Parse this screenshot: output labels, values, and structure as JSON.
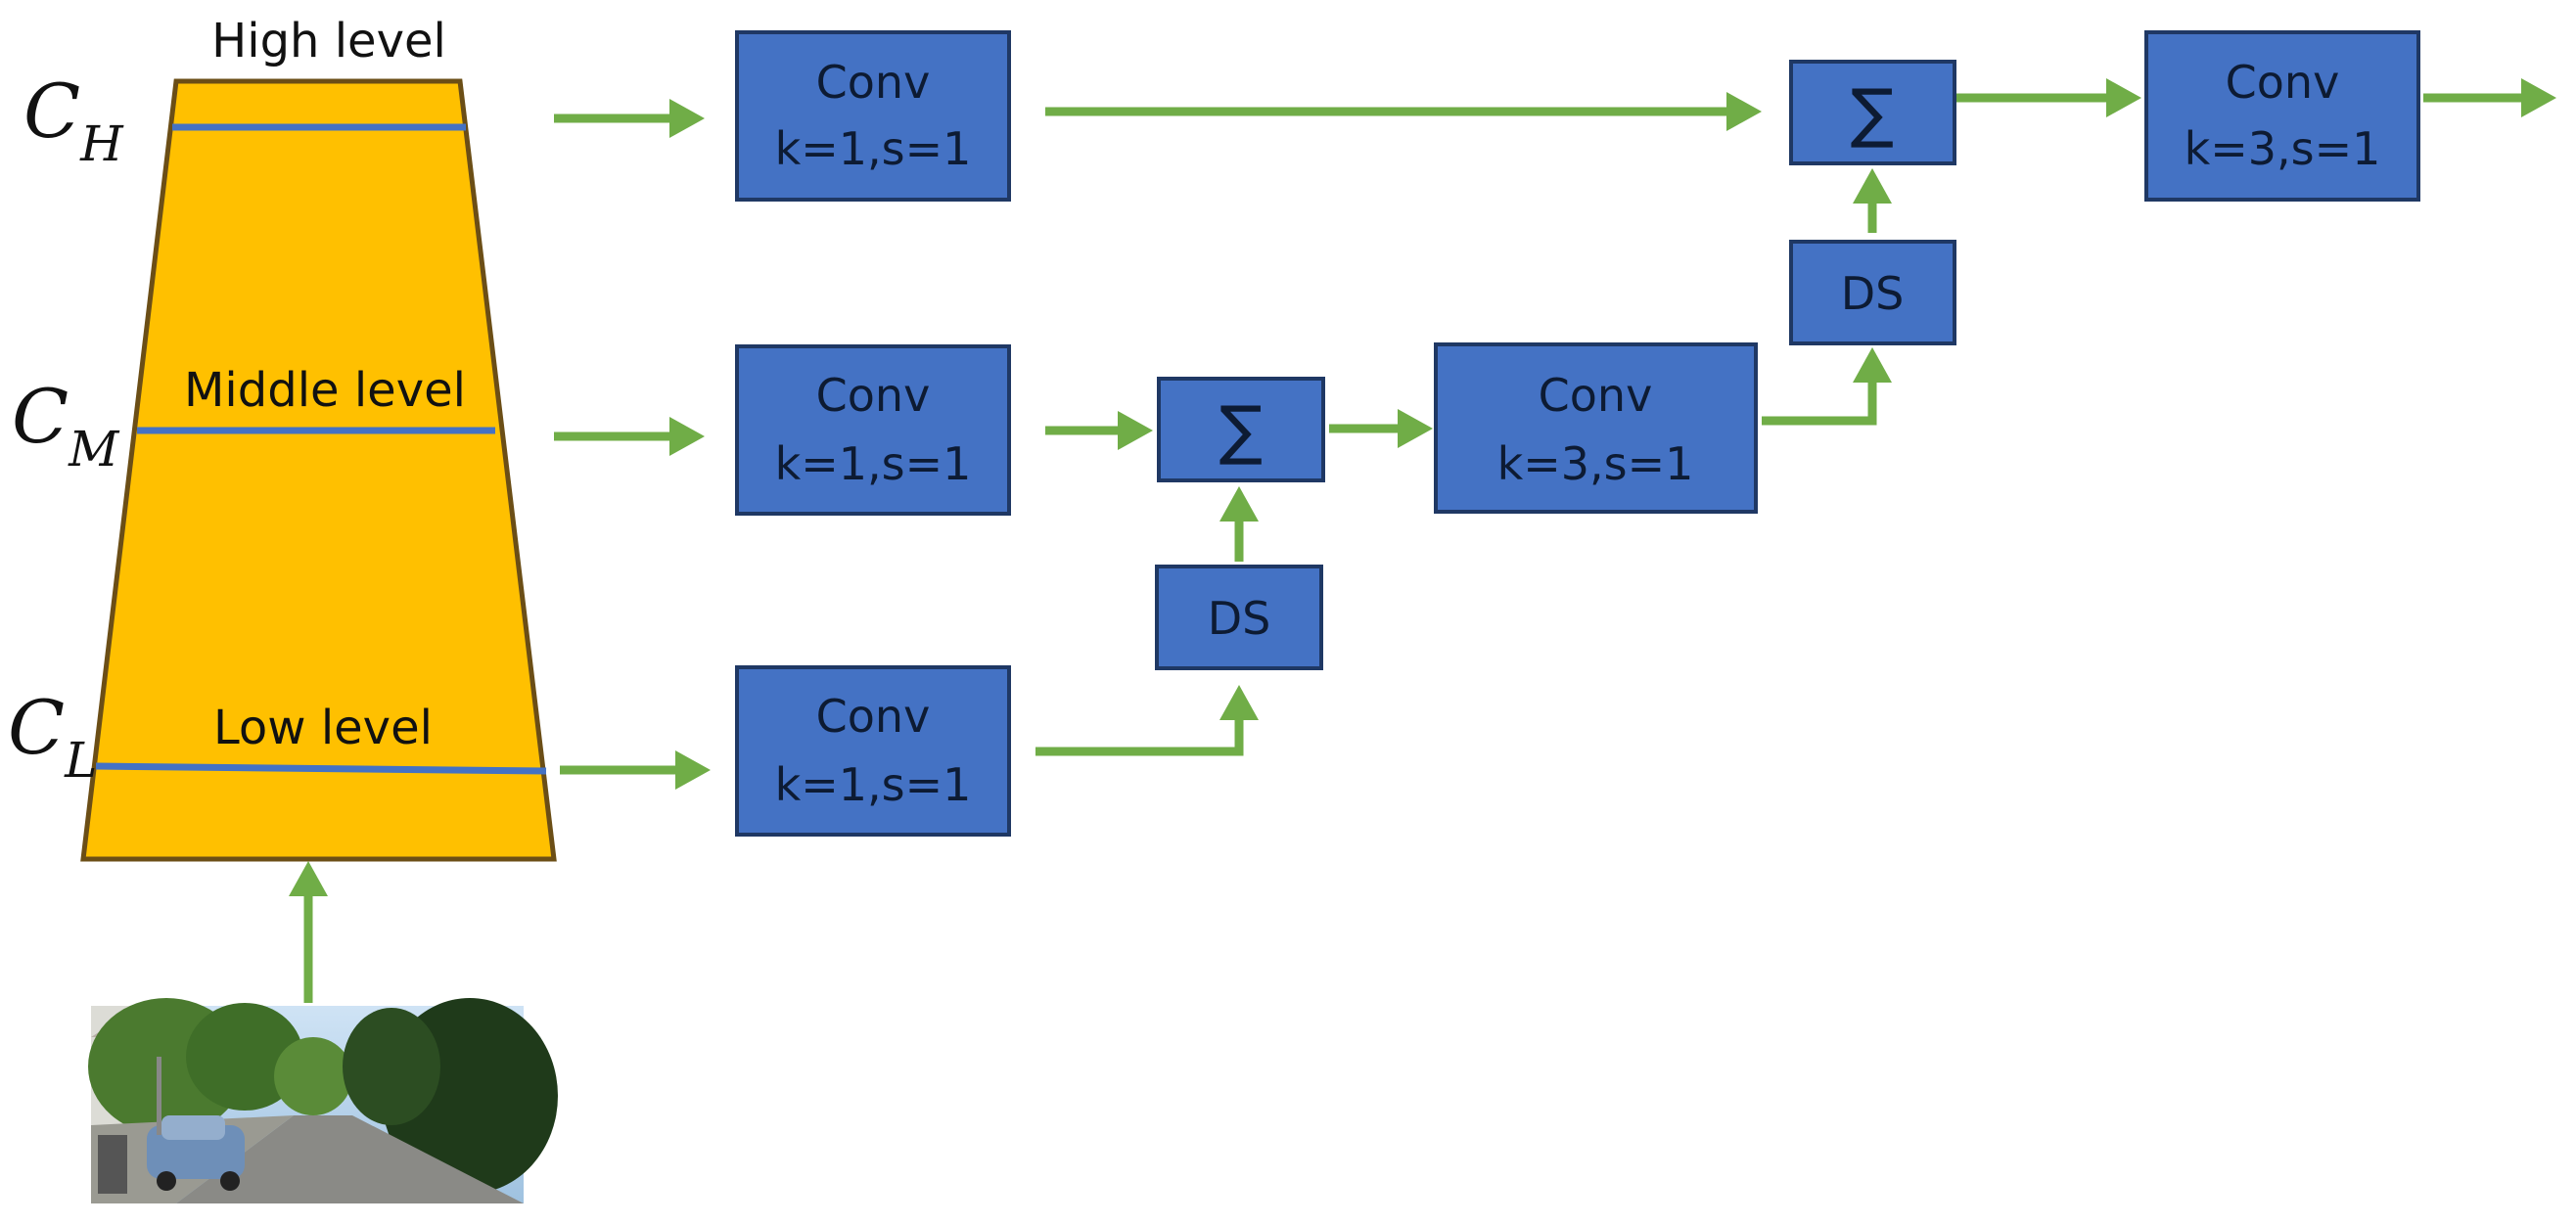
{
  "colors": {
    "pyramid_fill": "#FFC000",
    "pyramid_border": "#6B4E16",
    "level_line": "#4472C4",
    "box_fill": "#4472C4",
    "box_border": "#1F3864",
    "arrow": "#70AD47",
    "text": "#111111"
  },
  "pyramid": {
    "levels": {
      "high": {
        "label": "High level",
        "symbol": "C",
        "subscript": "H"
      },
      "middle": {
        "label": "Middle level",
        "symbol": "C",
        "subscript": "M"
      },
      "low": {
        "label": "Low level",
        "symbol": "C",
        "subscript": "L"
      }
    },
    "input_image_icon": "street-scene-photo"
  },
  "boxes": {
    "conv_high": {
      "title": "Conv",
      "params": "k=1,s=1"
    },
    "conv_mid": {
      "title": "Conv",
      "params": "k=1,s=1"
    },
    "conv_low": {
      "title": "Conv",
      "params": "k=1,s=1"
    },
    "sum_mid": {
      "symbol": "∑"
    },
    "ds_low": {
      "label": "DS"
    },
    "conv_mid_fuse": {
      "title": "Conv",
      "params": "k=3,s=1"
    },
    "ds_mid": {
      "label": "DS"
    },
    "sum_high": {
      "symbol": "∑"
    },
    "conv_out": {
      "title": "Conv",
      "params": "k=3,s=1"
    }
  }
}
